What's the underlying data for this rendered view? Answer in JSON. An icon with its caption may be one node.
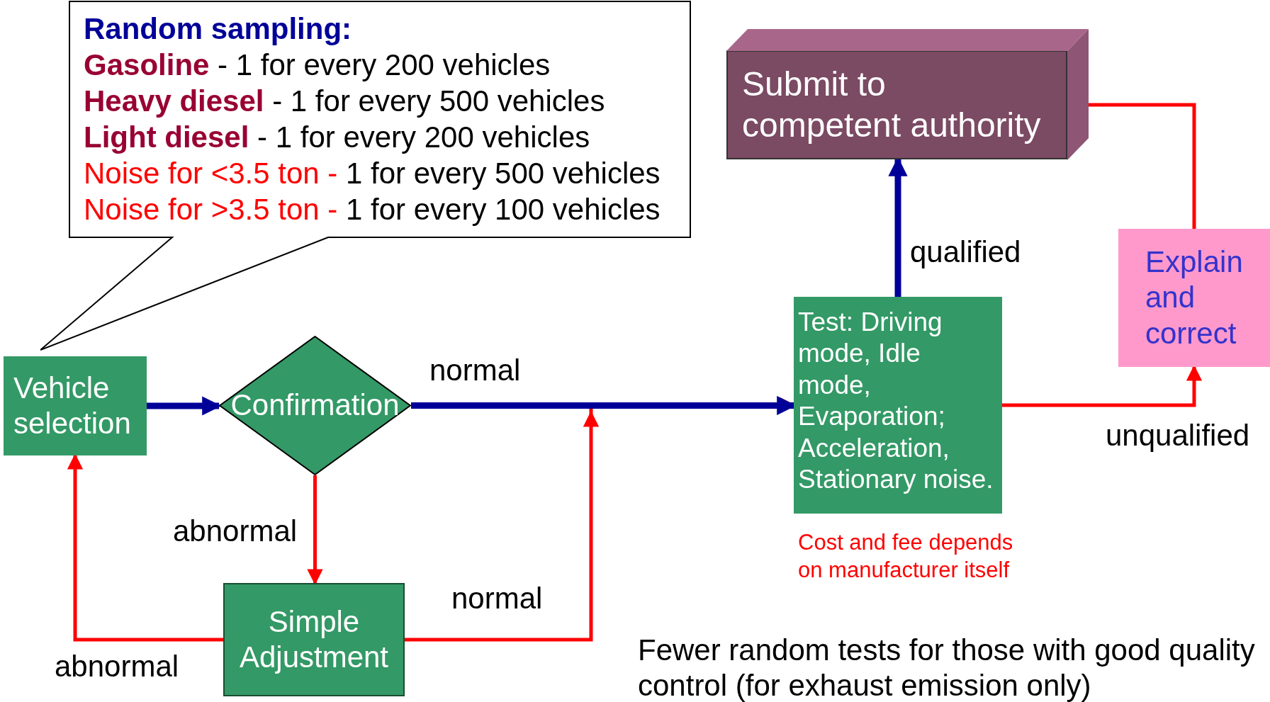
{
  "diagram": {
    "nodes": [
      {
        "text": [
          "Random sampling:",
          "**Gasoline** - 1 for every 200 vehicles",
          "**Heavy diesel** - 1 for every 500 vehicles",
          "**Light diesel** - 1 for every 200 vehicles",
          "Noise for <3.5 ton - 1 for every 500 vehicles",
          "Noise for >3.5 ton - 1 for every 100 vehicles"
        ]
      },
      {
        "text": [
          "Vehicle selection"
        ]
      },
      {
        "text": [
          "Confirmation"
        ]
      },
      {
        "text": [
          "Simple Adjustment"
        ]
      },
      {
        "text": [
          "Test: Driving mode, Idle mode, Evaporation; Acceleration, Stationary noise."
        ],
        "beside": [
          "Cost and fee depends on manufacturer itself"
        ]
      },
      {
        "text": [
          "Submit to competent authority"
        ]
      },
      {
        "text": [
          "Explain and correct"
        ]
      }
    ],
    "edges": [
      {
        "from": 1,
        "to": 2,
        "arrow": "to",
        "style": "thick",
        "color": "#000099"
      },
      {
        "from": 2,
        "to": 4,
        "arrow": "to",
        "label": "normal",
        "style": "thick",
        "color": "#000099"
      },
      {
        "from": 2,
        "to": 3,
        "arrow": "to",
        "label": "abnormal"
      },
      {
        "from": 3,
        "to": 1,
        "arrow": "to",
        "label": "abnormal"
      },
      {
        "from": 3,
        "to": 4,
        "arrow": "to",
        "label": "normal"
      },
      {
        "from": 4,
        "to": 5,
        "arrow": "to",
        "label": "qualified",
        "style": "thick",
        "color": "#000099"
      },
      {
        "from": 4,
        "to": 6,
        "arrow": "to",
        "label": "unqualified"
      },
      {
        "from": 6,
        "to": 5,
        "arrow": "to"
      }
    ],
    "labels": [
      "Fewer random tests for those with good quality control (for exhaust emission only)"
    ]
  }
}
